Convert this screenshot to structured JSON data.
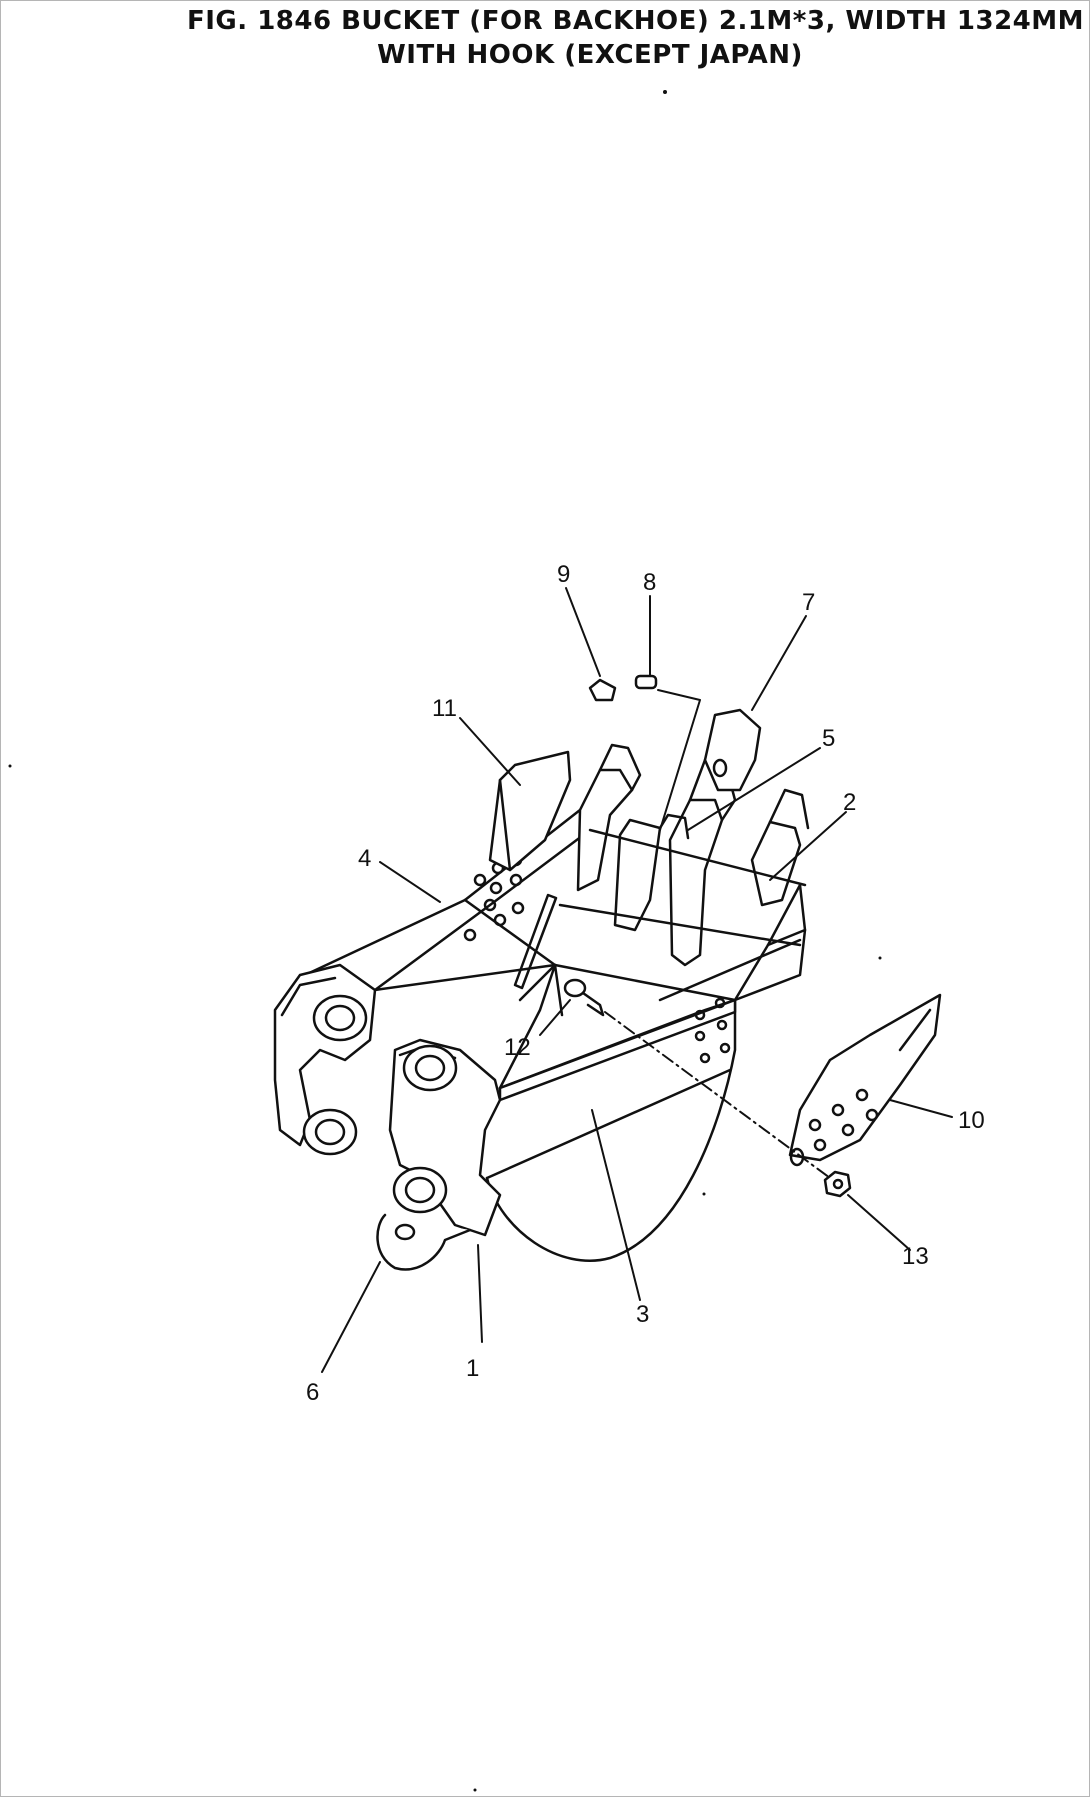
{
  "title": {
    "line1": "FIG. 1846    BUCKET (FOR BACKHOE) 2.1M*3, WIDTH 1324MM",
    "line2": "WITH HOOK (EXCEPT JAPAN)"
  },
  "callouts": [
    {
      "id": "c1",
      "text": "1"
    },
    {
      "id": "c2",
      "text": "2"
    },
    {
      "id": "c3",
      "text": "3"
    },
    {
      "id": "c4",
      "text": "4"
    },
    {
      "id": "c5",
      "text": "5"
    },
    {
      "id": "c6",
      "text": "6"
    },
    {
      "id": "c7",
      "text": "7"
    },
    {
      "id": "c8",
      "text": "8"
    },
    {
      "id": "c9",
      "text": "9"
    },
    {
      "id": "c10",
      "text": "10"
    },
    {
      "id": "c11",
      "text": "11"
    },
    {
      "id": "c12",
      "text": "12"
    },
    {
      "id": "c13",
      "text": "13"
    }
  ],
  "colors": {
    "ink": "#111111",
    "shade": "#d9d9d9",
    "paper": "#ffffff"
  }
}
